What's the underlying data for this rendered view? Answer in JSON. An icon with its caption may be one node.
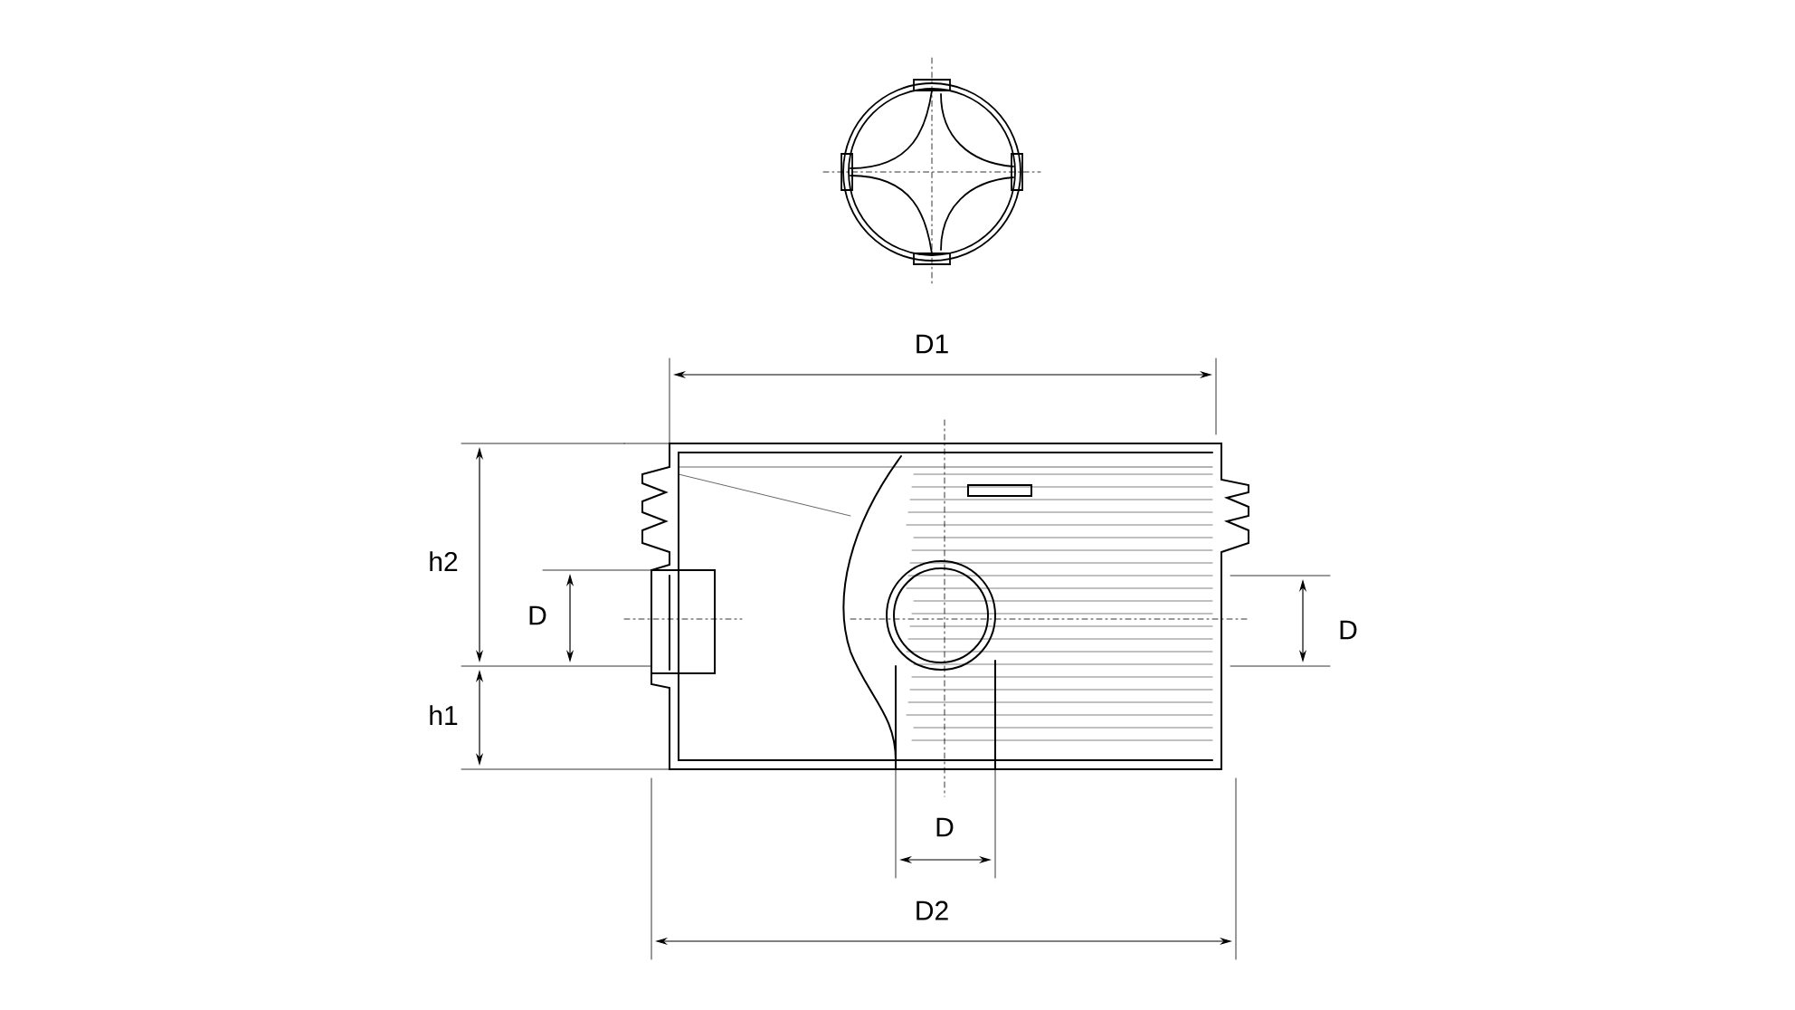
{
  "diagram": {
    "labels": [
      "D1",
      "h2",
      "D",
      "D",
      "h1",
      "D",
      "D2"
    ]
  }
}
